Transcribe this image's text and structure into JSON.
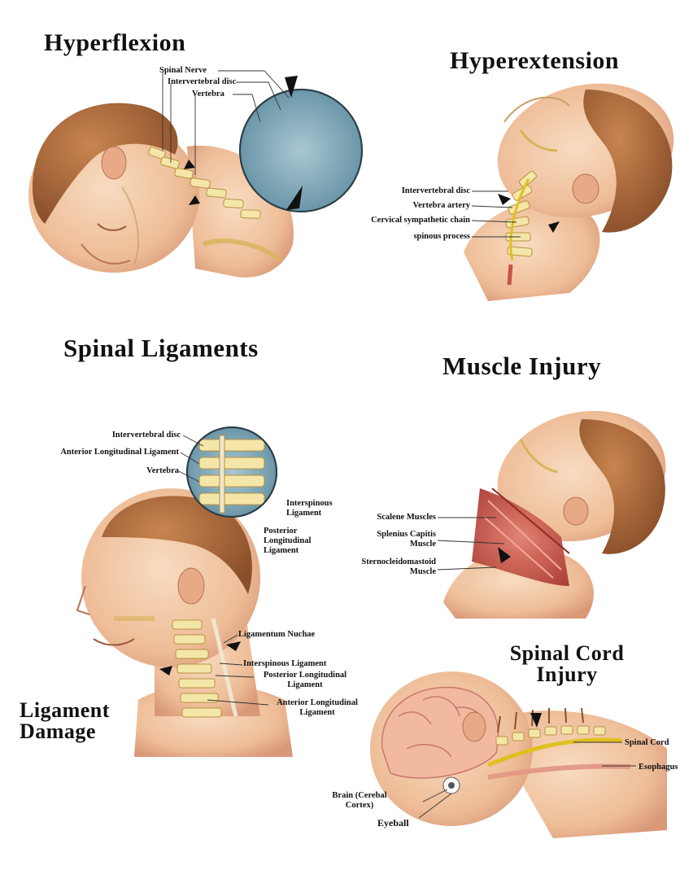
{
  "panels": {
    "hyperflexion": {
      "title": "Hyperflexion",
      "labels": [
        "Spinal Nerve",
        "Intervertebral disc",
        "Vertebra"
      ]
    },
    "hyperextension": {
      "title": "Hyperextension",
      "labels": [
        "Intervertebral disc",
        "Vertebra artery",
        "Cervical sympathetic chain",
        "spinous process"
      ]
    },
    "spinal_ligaments": {
      "title": "Spinal Ligaments",
      "labels": [
        "Intervertebral disc",
        "Anterior Longitudinal Ligament",
        "Vertebra",
        "Interspinous Ligament",
        "Posterior Longitudinal Ligament"
      ]
    },
    "muscle_injury": {
      "title": "Muscle Injury",
      "labels": [
        "Scalene Muscles",
        "Splenius Capitis Muscle",
        "Sternocleidomastoid Muscle"
      ]
    },
    "ligament_damage": {
      "title": "Ligament Damage",
      "labels": [
        "Ligamentum Nuchae",
        "Interspinous Ligament",
        "Posterior Longitudinal Ligament",
        "Anterior Longitudinal Ligament"
      ]
    },
    "spinal_cord_injury": {
      "title": "Spinal Cord Injury",
      "labels": [
        "Spinal Cord",
        "Esophagus",
        "Brain (Cerebal Cortex)",
        "Eyeball"
      ]
    }
  },
  "colors": {
    "skin": "#f3c9a6",
    "skin_shadow": "#d99877",
    "hair": "#a8663a",
    "bone": "#f4e6a8",
    "bone_shadow": "#d8b35a",
    "muscle": "#c9514b",
    "nerve": "#e0c020",
    "inset_bg": "#7fa7b8"
  }
}
